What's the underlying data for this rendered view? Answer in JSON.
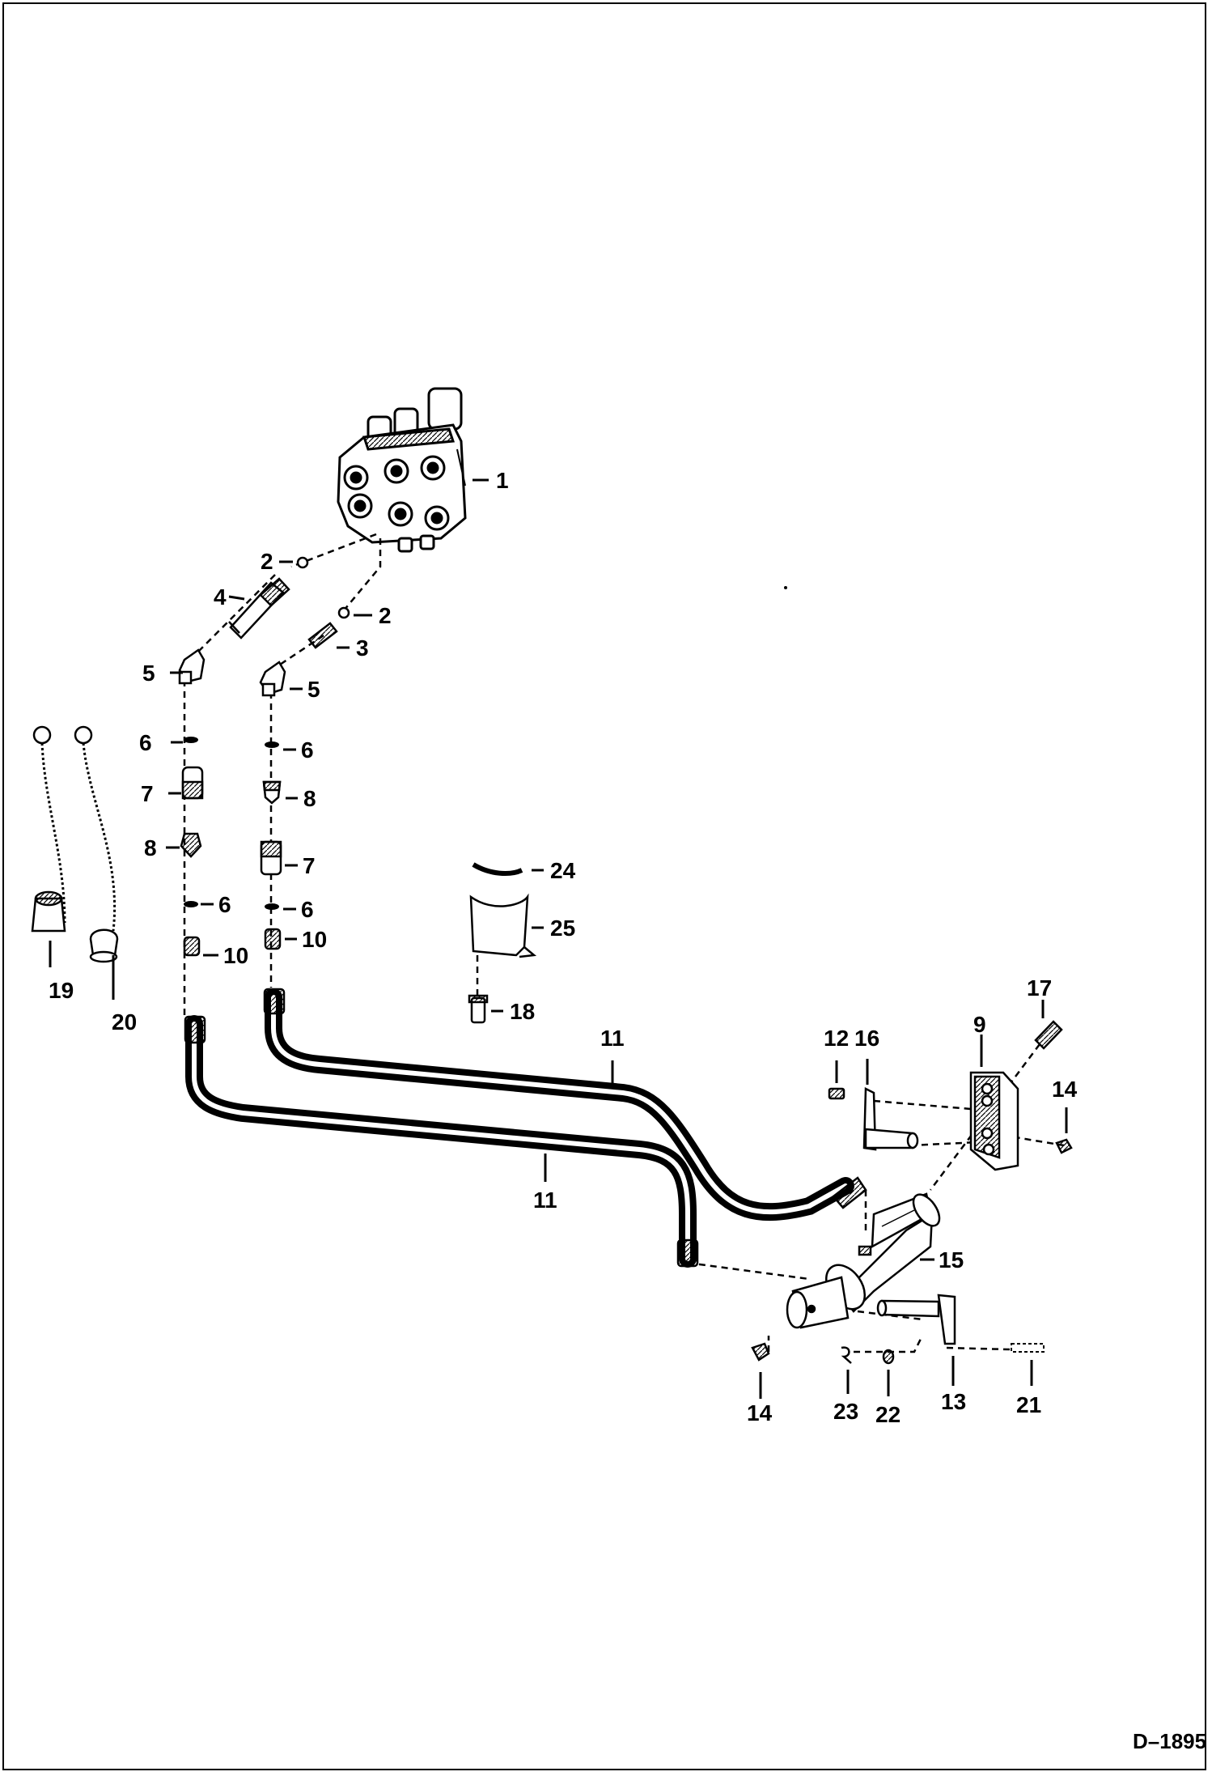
{
  "drawing_code": "D–1895",
  "callouts": {
    "c1": "1",
    "c2a": "2",
    "c2b": "2",
    "c3": "3",
    "c4": "4",
    "c5a": "5",
    "c5b": "5",
    "c6a": "6",
    "c6b": "6",
    "c6c": "6",
    "c6d": "6",
    "c7a": "7",
    "c7b": "7",
    "c8a": "8",
    "c8b": "8",
    "c9": "9",
    "c10a": "10",
    "c10b": "10",
    "c11a": "11",
    "c11b": "11",
    "c12": "12",
    "c13": "13",
    "c14a": "14",
    "c14b": "14",
    "c15": "15",
    "c16": "16",
    "c17": "17",
    "c18": "18",
    "c19": "19",
    "c20": "20",
    "c21": "21",
    "c22": "22",
    "c23": "23",
    "c24": "24",
    "c25": "25"
  }
}
